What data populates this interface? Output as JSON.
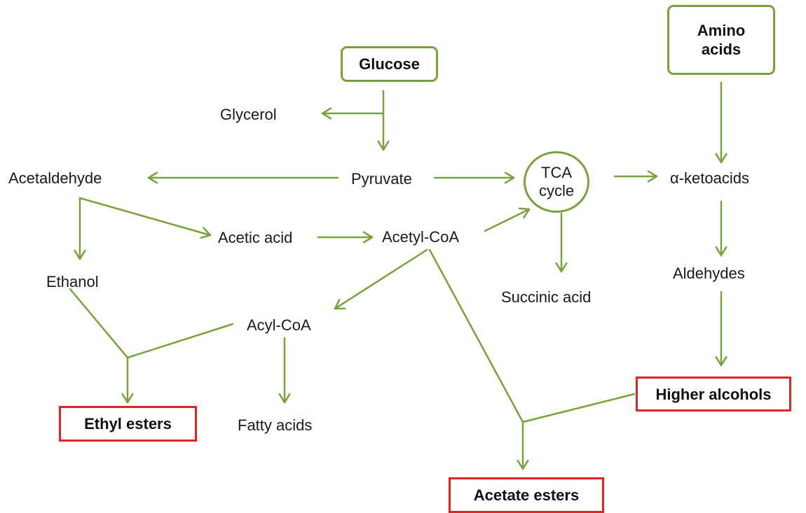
{
  "nodes": {
    "glucose": "Glucose",
    "amino_acids": [
      "Amino",
      "acids"
    ],
    "glycerol": "Glycerol",
    "acetaldehyde": "Acetaldehyde",
    "pyruvate": "Pyruvate",
    "tca_cycle": [
      "TCA",
      "cycle"
    ],
    "alpha_ketoacids": "α-ketoacids",
    "acetic_acid": "Acetic acid",
    "acetyl_coa": "Acetyl-CoA",
    "ethanol": "Ethanol",
    "succinic_acid": "Succinic acid",
    "aldehydes": "Aldehydes",
    "acyl_coa": "Acyl-CoA",
    "higher_alcohols": "Higher alcohols",
    "ethyl_esters": "Ethyl esters",
    "fatty_acids": "Fatty acids",
    "acetate_esters": "Acetate esters"
  },
  "colors": {
    "arrow": "#77a33a",
    "source_border": "#77a33a",
    "product_border": "#e32222",
    "text": "#1a1a1a"
  }
}
